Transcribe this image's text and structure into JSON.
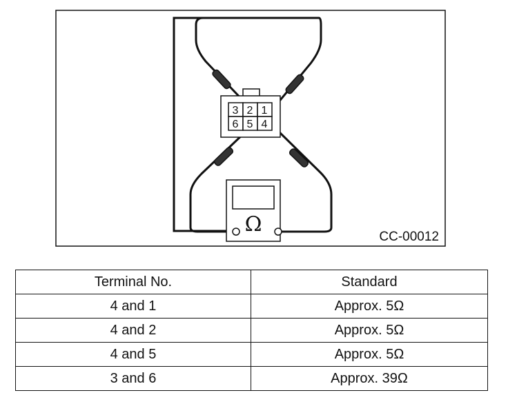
{
  "figure": {
    "code": "CC-00012",
    "ohmmeter_symbol": "Ω",
    "connector": {
      "top_row": [
        "3",
        "2",
        "1"
      ],
      "bottom_row": [
        "6",
        "5",
        "4"
      ]
    }
  },
  "table": {
    "headers": [
      "Terminal No.",
      "Standard"
    ],
    "rows": [
      [
        "4 and 1",
        "Approx. 5Ω"
      ],
      [
        "4 and 2",
        "Approx. 5Ω"
      ],
      [
        "4 and 5",
        "Approx. 5Ω"
      ],
      [
        "3 and 6",
        "Approx. 39Ω"
      ]
    ]
  }
}
